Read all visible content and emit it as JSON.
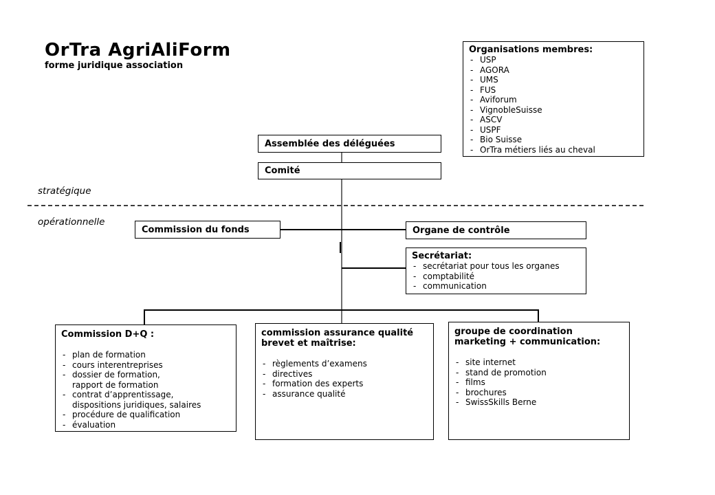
{
  "title": "OrTra AgriAliForm",
  "subtitle": "forme juridique association",
  "list_marker": "-",
  "levels": {
    "strategic": "stratégique",
    "operational": "opérationnelle"
  },
  "boxes": {
    "members": {
      "header": "Organisations membres:",
      "items": [
        "USP",
        "AGORA",
        "UMS",
        "FUS",
        "Aviforum",
        "VignobleSuisse",
        "ASCV",
        "USPF",
        "Bio Suisse",
        "OrTra métiers liés au cheval"
      ]
    },
    "assembly": {
      "label": "Assemblée des déléguées"
    },
    "committee": {
      "label": "Comité"
    },
    "fund_commission": {
      "label": "Commission du fonds"
    },
    "control_body": {
      "label": "Organe de contrôle"
    },
    "secretariat": {
      "header": "Secrétariat:",
      "items": [
        "secrétariat pour tous les organes",
        "comptabilité",
        "communication"
      ]
    },
    "dq_commission": {
      "header": "Commission D+Q :",
      "items": [
        "plan de formation",
        "cours interentreprises",
        "dossier de formation,\nrapport de formation",
        "contrat d’apprentissage,\ndispositions juridiques, salaires",
        "procédure de qualification",
        "évaluation"
      ]
    },
    "quality_commission": {
      "header": "commission assurance qualité\nbrevet et maîtrise:",
      "items": [
        "règlements d’examens",
        "directives",
        "formation des experts",
        "assurance qualité"
      ]
    },
    "marketing_group": {
      "header": "groupe de coordination\nmarketing + communication:",
      "items": [
        "site internet",
        "stand de promotion",
        "films",
        "brochures",
        "SwissSkills Berne"
      ]
    }
  }
}
